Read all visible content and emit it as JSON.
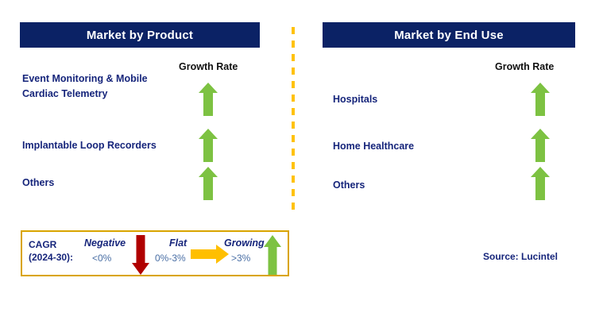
{
  "panels": [
    {
      "id": "left",
      "title": "Market by Product",
      "growth_caption": "Growth Rate",
      "rows": [
        {
          "label": "Event Monitoring & Mobile Cardiac Telemetry",
          "trend": "growing",
          "arrow_icon": "arrow-up-icon"
        },
        {
          "label": "Implantable Loop Recorders",
          "trend": "growing",
          "arrow_icon": "arrow-up-icon"
        },
        {
          "label": "Others",
          "trend": "growing",
          "arrow_icon": "arrow-up-icon"
        }
      ]
    },
    {
      "id": "right",
      "title": "Market by End Use",
      "growth_caption": "Growth Rate",
      "rows": [
        {
          "label": "Hospitals",
          "trend": "growing",
          "arrow_icon": "arrow-up-icon"
        },
        {
          "label": "Home Healthcare",
          "trend": "growing",
          "arrow_icon": "arrow-up-icon"
        },
        {
          "label": "Others",
          "trend": "growing",
          "arrow_icon": "arrow-up-icon"
        }
      ]
    }
  ],
  "legend": {
    "title_line1": "CAGR",
    "title_line2": "(2024-30):",
    "entries": [
      {
        "word": "Negative",
        "range": "<0%",
        "icon": "arrow-down-icon",
        "color": "#B00000"
      },
      {
        "word": "Flat",
        "range": "0%-3%",
        "icon": "arrow-right-icon",
        "color": "#FFBF00"
      },
      {
        "word": "Growing",
        "range": ">3%",
        "icon": "arrow-up-icon",
        "color": "#7DC242"
      }
    ]
  },
  "source": "Source: Lucintel",
  "colors": {
    "header_bg": "#0B2265",
    "header_text": "#FFFFFF",
    "label_text": "#16257B",
    "range_text": "#4A6FA5",
    "legend_border": "#D9A400",
    "divider": "#FFC20E",
    "growing": "#7DC242",
    "negative": "#B00000",
    "flat": "#FFBF00"
  },
  "chart_data": {
    "type": "table",
    "title": "Market Segment Growth Outlook",
    "legend_position": "bottom-left",
    "categories_by_panel": {
      "Market by Product": [
        "Event Monitoring & Mobile Cardiac Telemetry",
        "Implantable Loop Recorders",
        "Others"
      ],
      "Market by End Use": [
        "Hospitals",
        "Home Healthcare",
        "Others"
      ]
    },
    "series": [
      {
        "name": "Market by Product",
        "values": [
          "growing",
          "growing",
          "growing"
        ]
      },
      {
        "name": "Market by End Use",
        "values": [
          "growing",
          "growing",
          "growing"
        ]
      }
    ],
    "value_legend": {
      "negative": "<0%",
      "flat": "0%-3%",
      "growing": ">3%"
    },
    "ylabel": "Growth Rate",
    "xlabel": "",
    "grid": false
  }
}
